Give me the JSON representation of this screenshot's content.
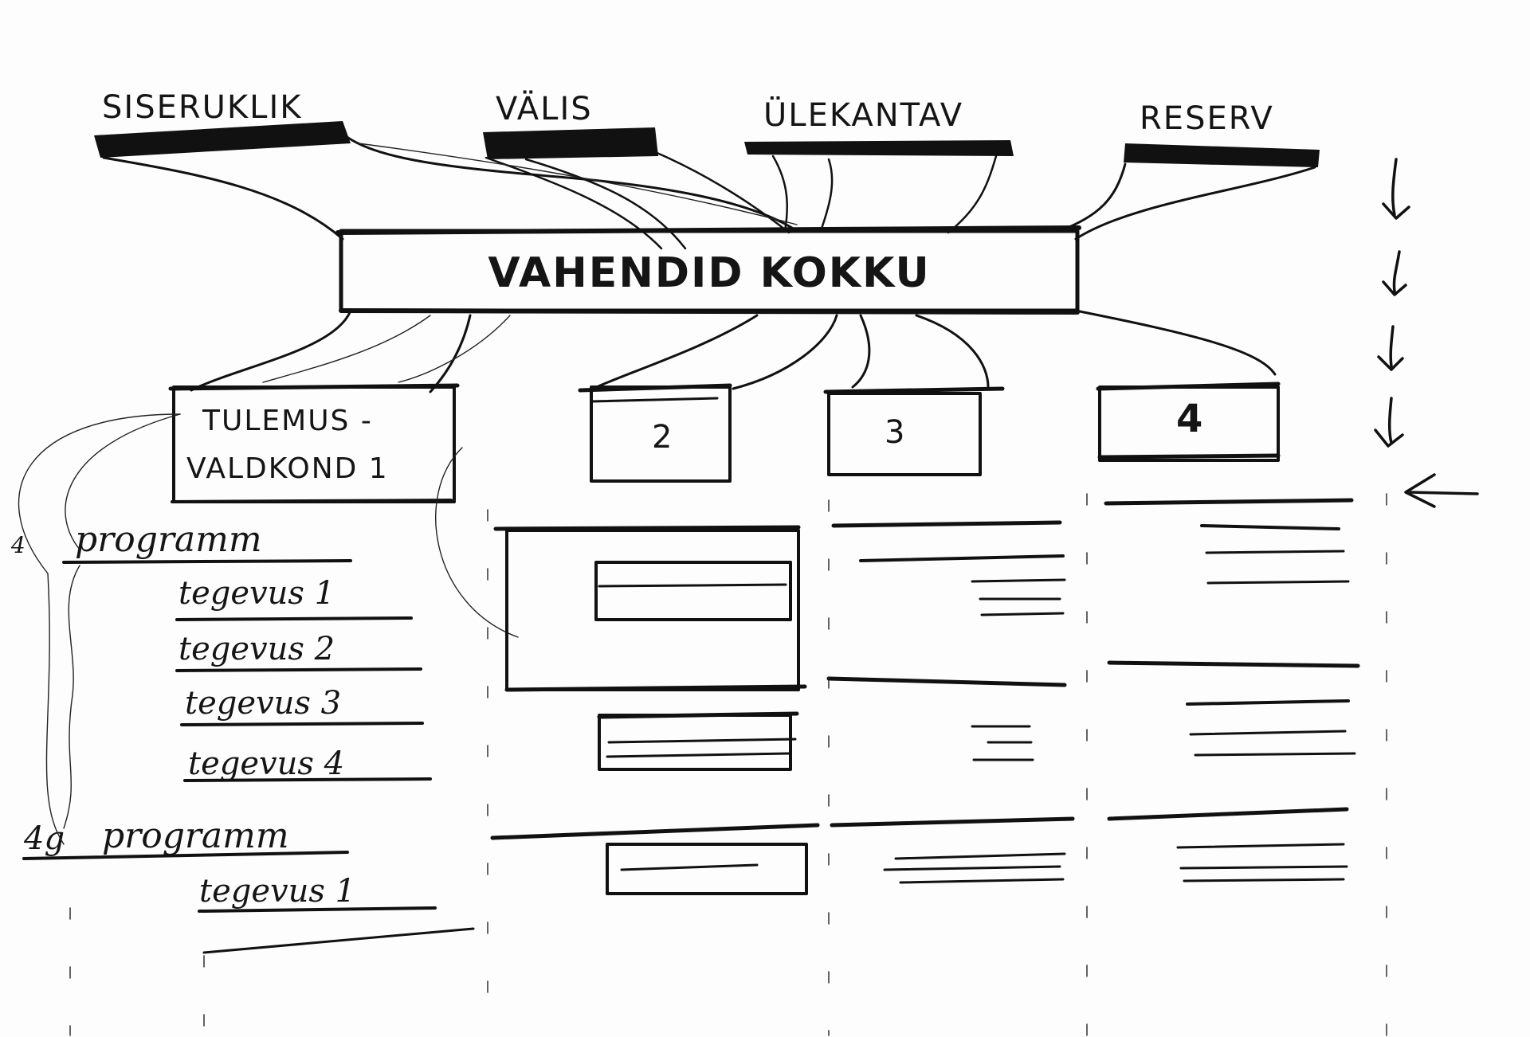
{
  "sources": [
    {
      "id": "sisetsuklik",
      "label": "SISERUKLIK"
    },
    {
      "id": "valis",
      "label": "VÄLIS"
    },
    {
      "id": "ulekantav",
      "label": "ÜLEKANTAV"
    },
    {
      "id": "reserv",
      "label": "RESERV"
    }
  ],
  "hub": {
    "label": "VAHENDID KOKKU"
  },
  "teams": [
    {
      "line1": "TULEMUS -",
      "line2": "VALDKOND 1"
    },
    {
      "line1": "2",
      "line2": ""
    },
    {
      "line1": "3",
      "line2": ""
    },
    {
      "line1": "4",
      "line2": ""
    }
  ],
  "program_list": [
    {
      "label": "programm",
      "prefix": "4",
      "items": [
        "tegevus 1",
        "tegevus 2",
        "tegevus 3",
        "tegevus 4"
      ]
    },
    {
      "label": "programm",
      "prefix": "4g",
      "items": [
        "tegevus 1"
      ]
    }
  ],
  "arrows": {
    "down_count": 4,
    "left_count": 1
  }
}
